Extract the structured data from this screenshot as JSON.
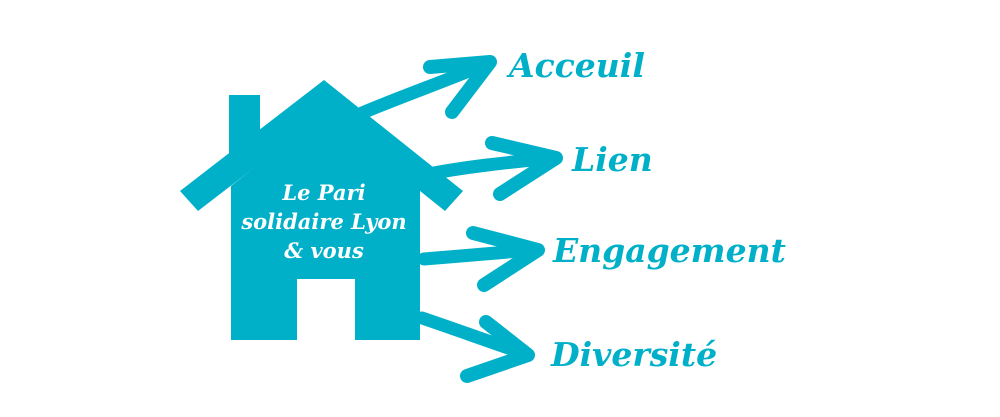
{
  "colors": {
    "accent": "#00b0c8",
    "background": "#ffffff",
    "house_text": "#ffffff"
  },
  "house": {
    "lines": [
      "Le Pari",
      "solidaire Lyon",
      "& vous"
    ]
  },
  "values": [
    {
      "label": "Acceuil"
    },
    {
      "label": "Lien"
    },
    {
      "label": "Engagement"
    },
    {
      "label": "Diversité"
    }
  ]
}
